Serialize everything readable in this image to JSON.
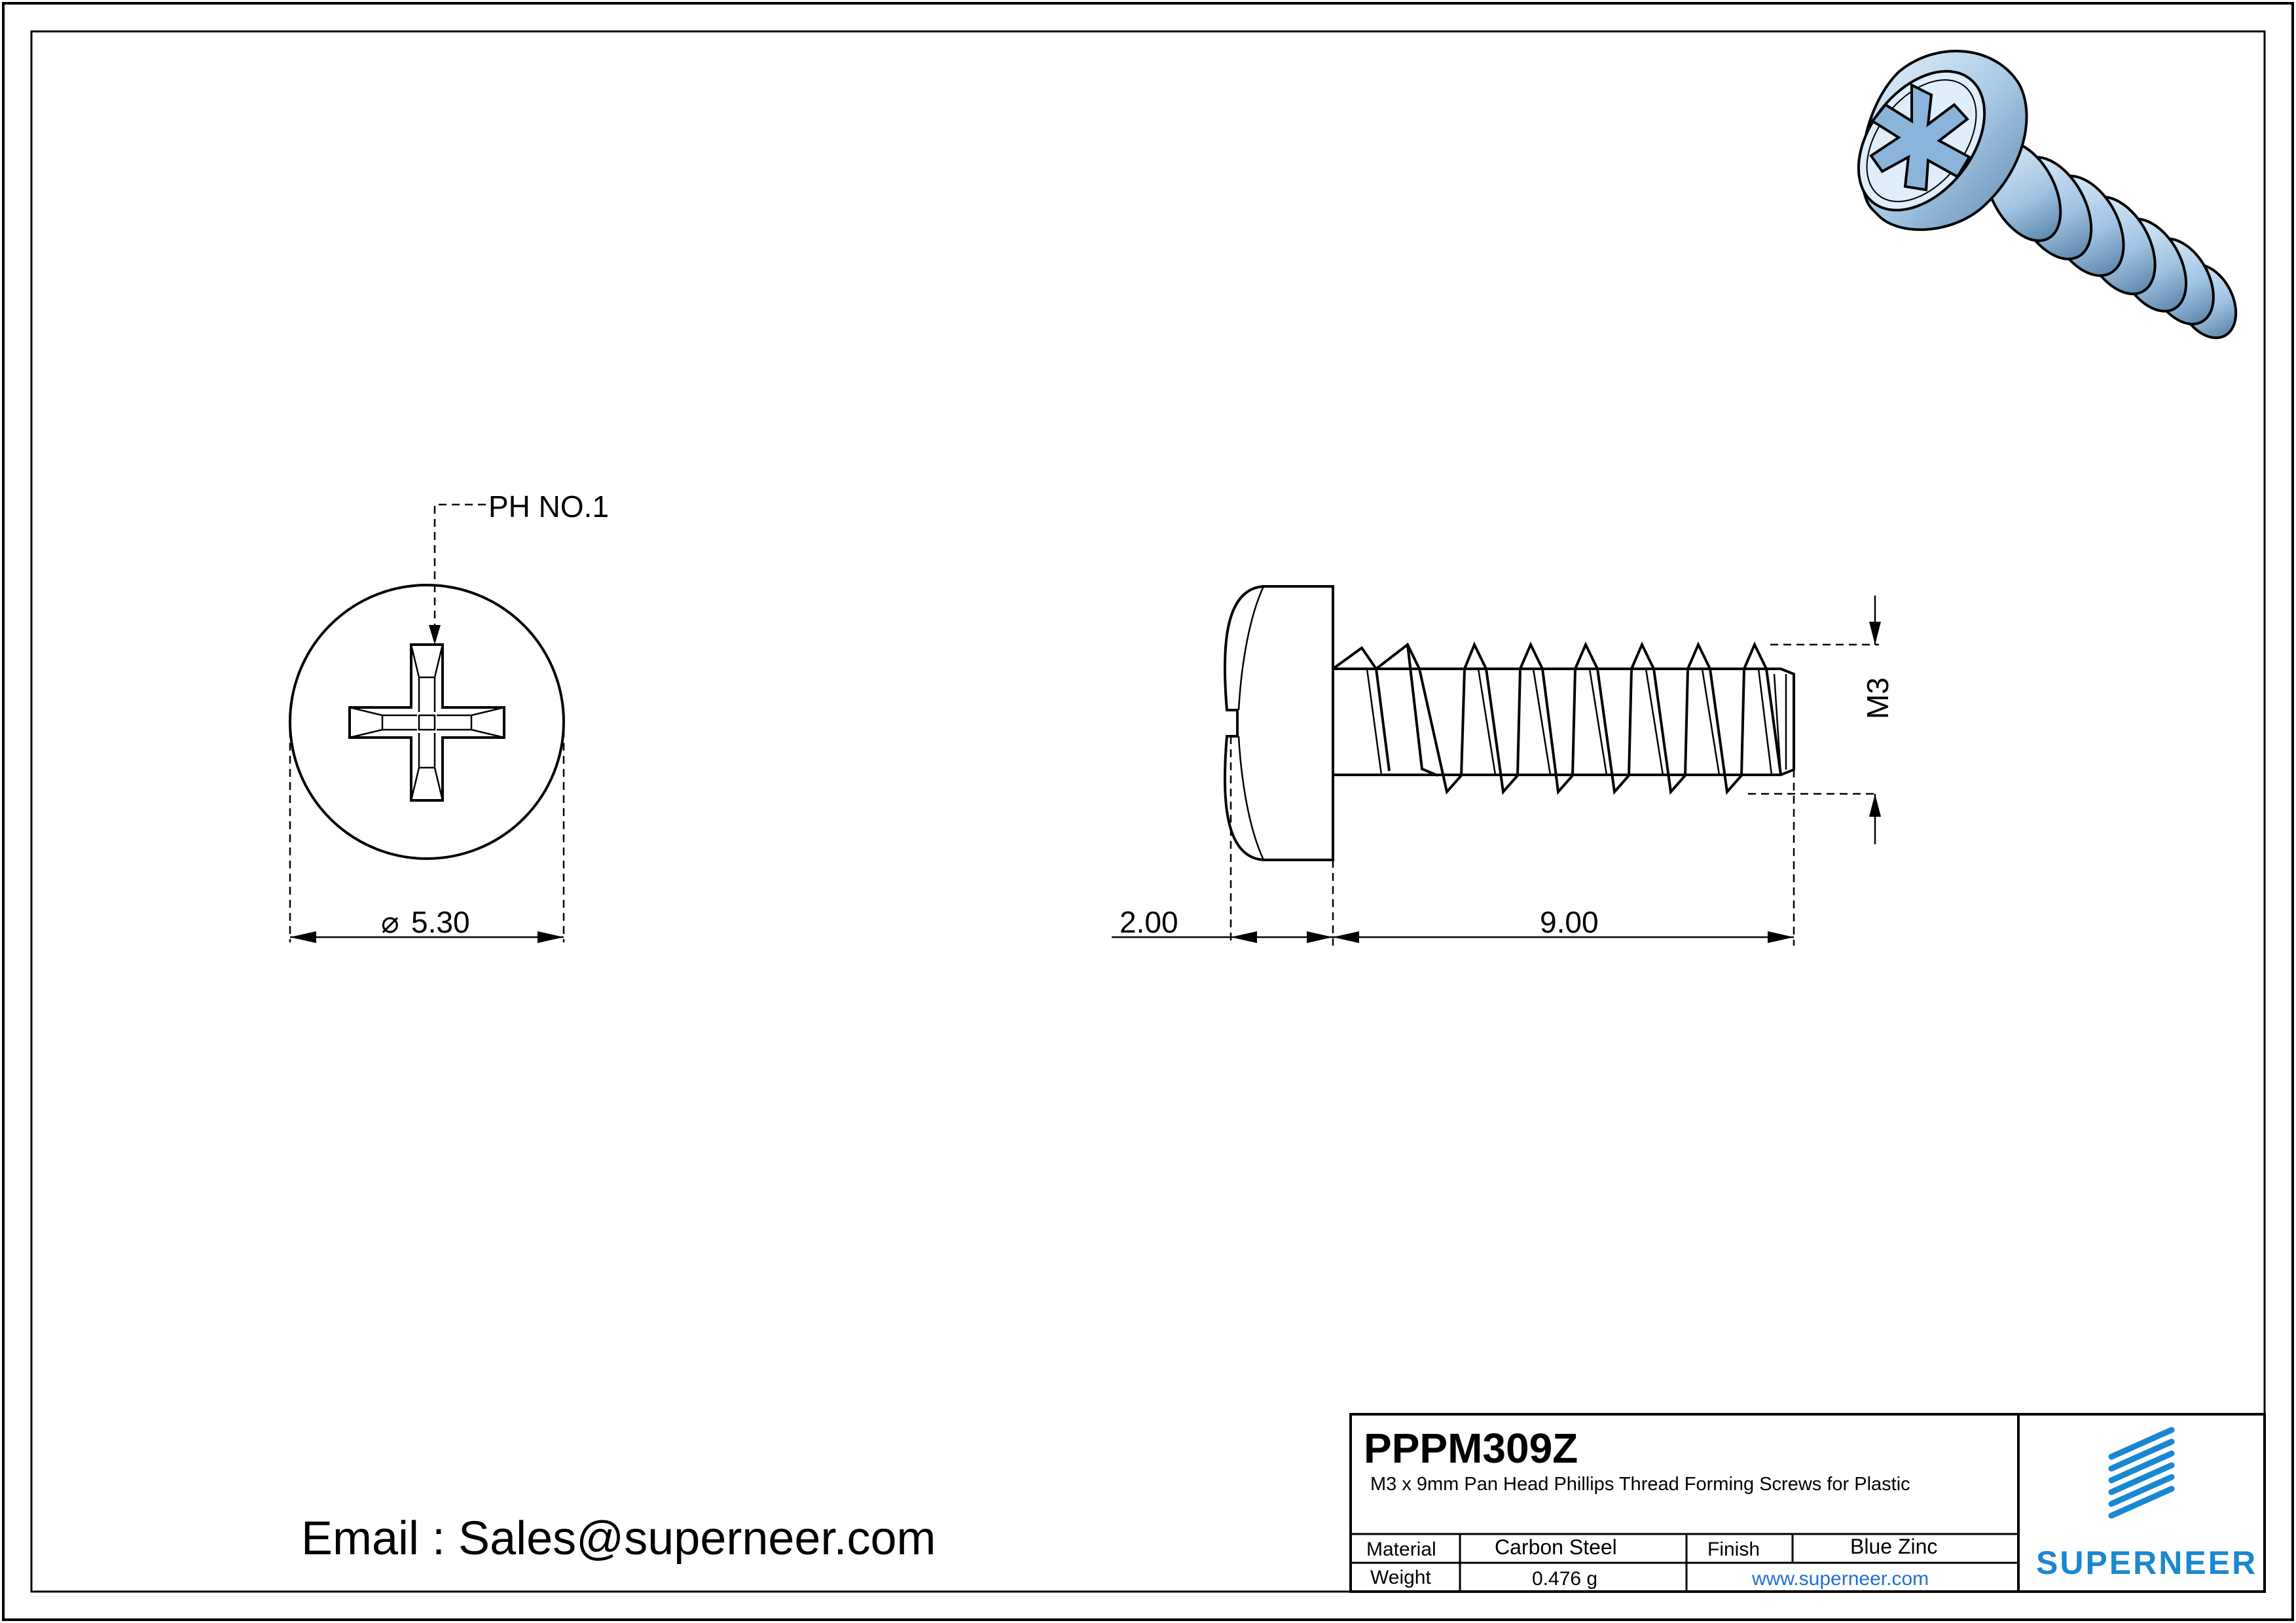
{
  "drawing": {
    "callout_label": "PH NO.1",
    "diameter_symbol": "⌀",
    "diameter_value": "5.30",
    "head_height": "2.00",
    "length": "9.00",
    "thread_size": "M3"
  },
  "contact": {
    "email": "Email : Sales@superneer.com"
  },
  "title_block": {
    "part_number": "PPPM309Z",
    "description": "M3 x 9mm Pan Head Phillips Thread Forming Screws for Plastic",
    "material_label": "Material",
    "material_value": "Carbon Steel",
    "finish_label": "Finish",
    "finish_value": "Blue Zinc",
    "weight_label": "Weight",
    "weight_value": "0.476 g",
    "website": "www.superneer.com",
    "logo_text": "SUPERNEER"
  },
  "colors": {
    "line": "#000000",
    "brand_blue": "#1a88d0",
    "website_blue": "#1f6fd6",
    "screw_blue": "#a9cbe8"
  }
}
